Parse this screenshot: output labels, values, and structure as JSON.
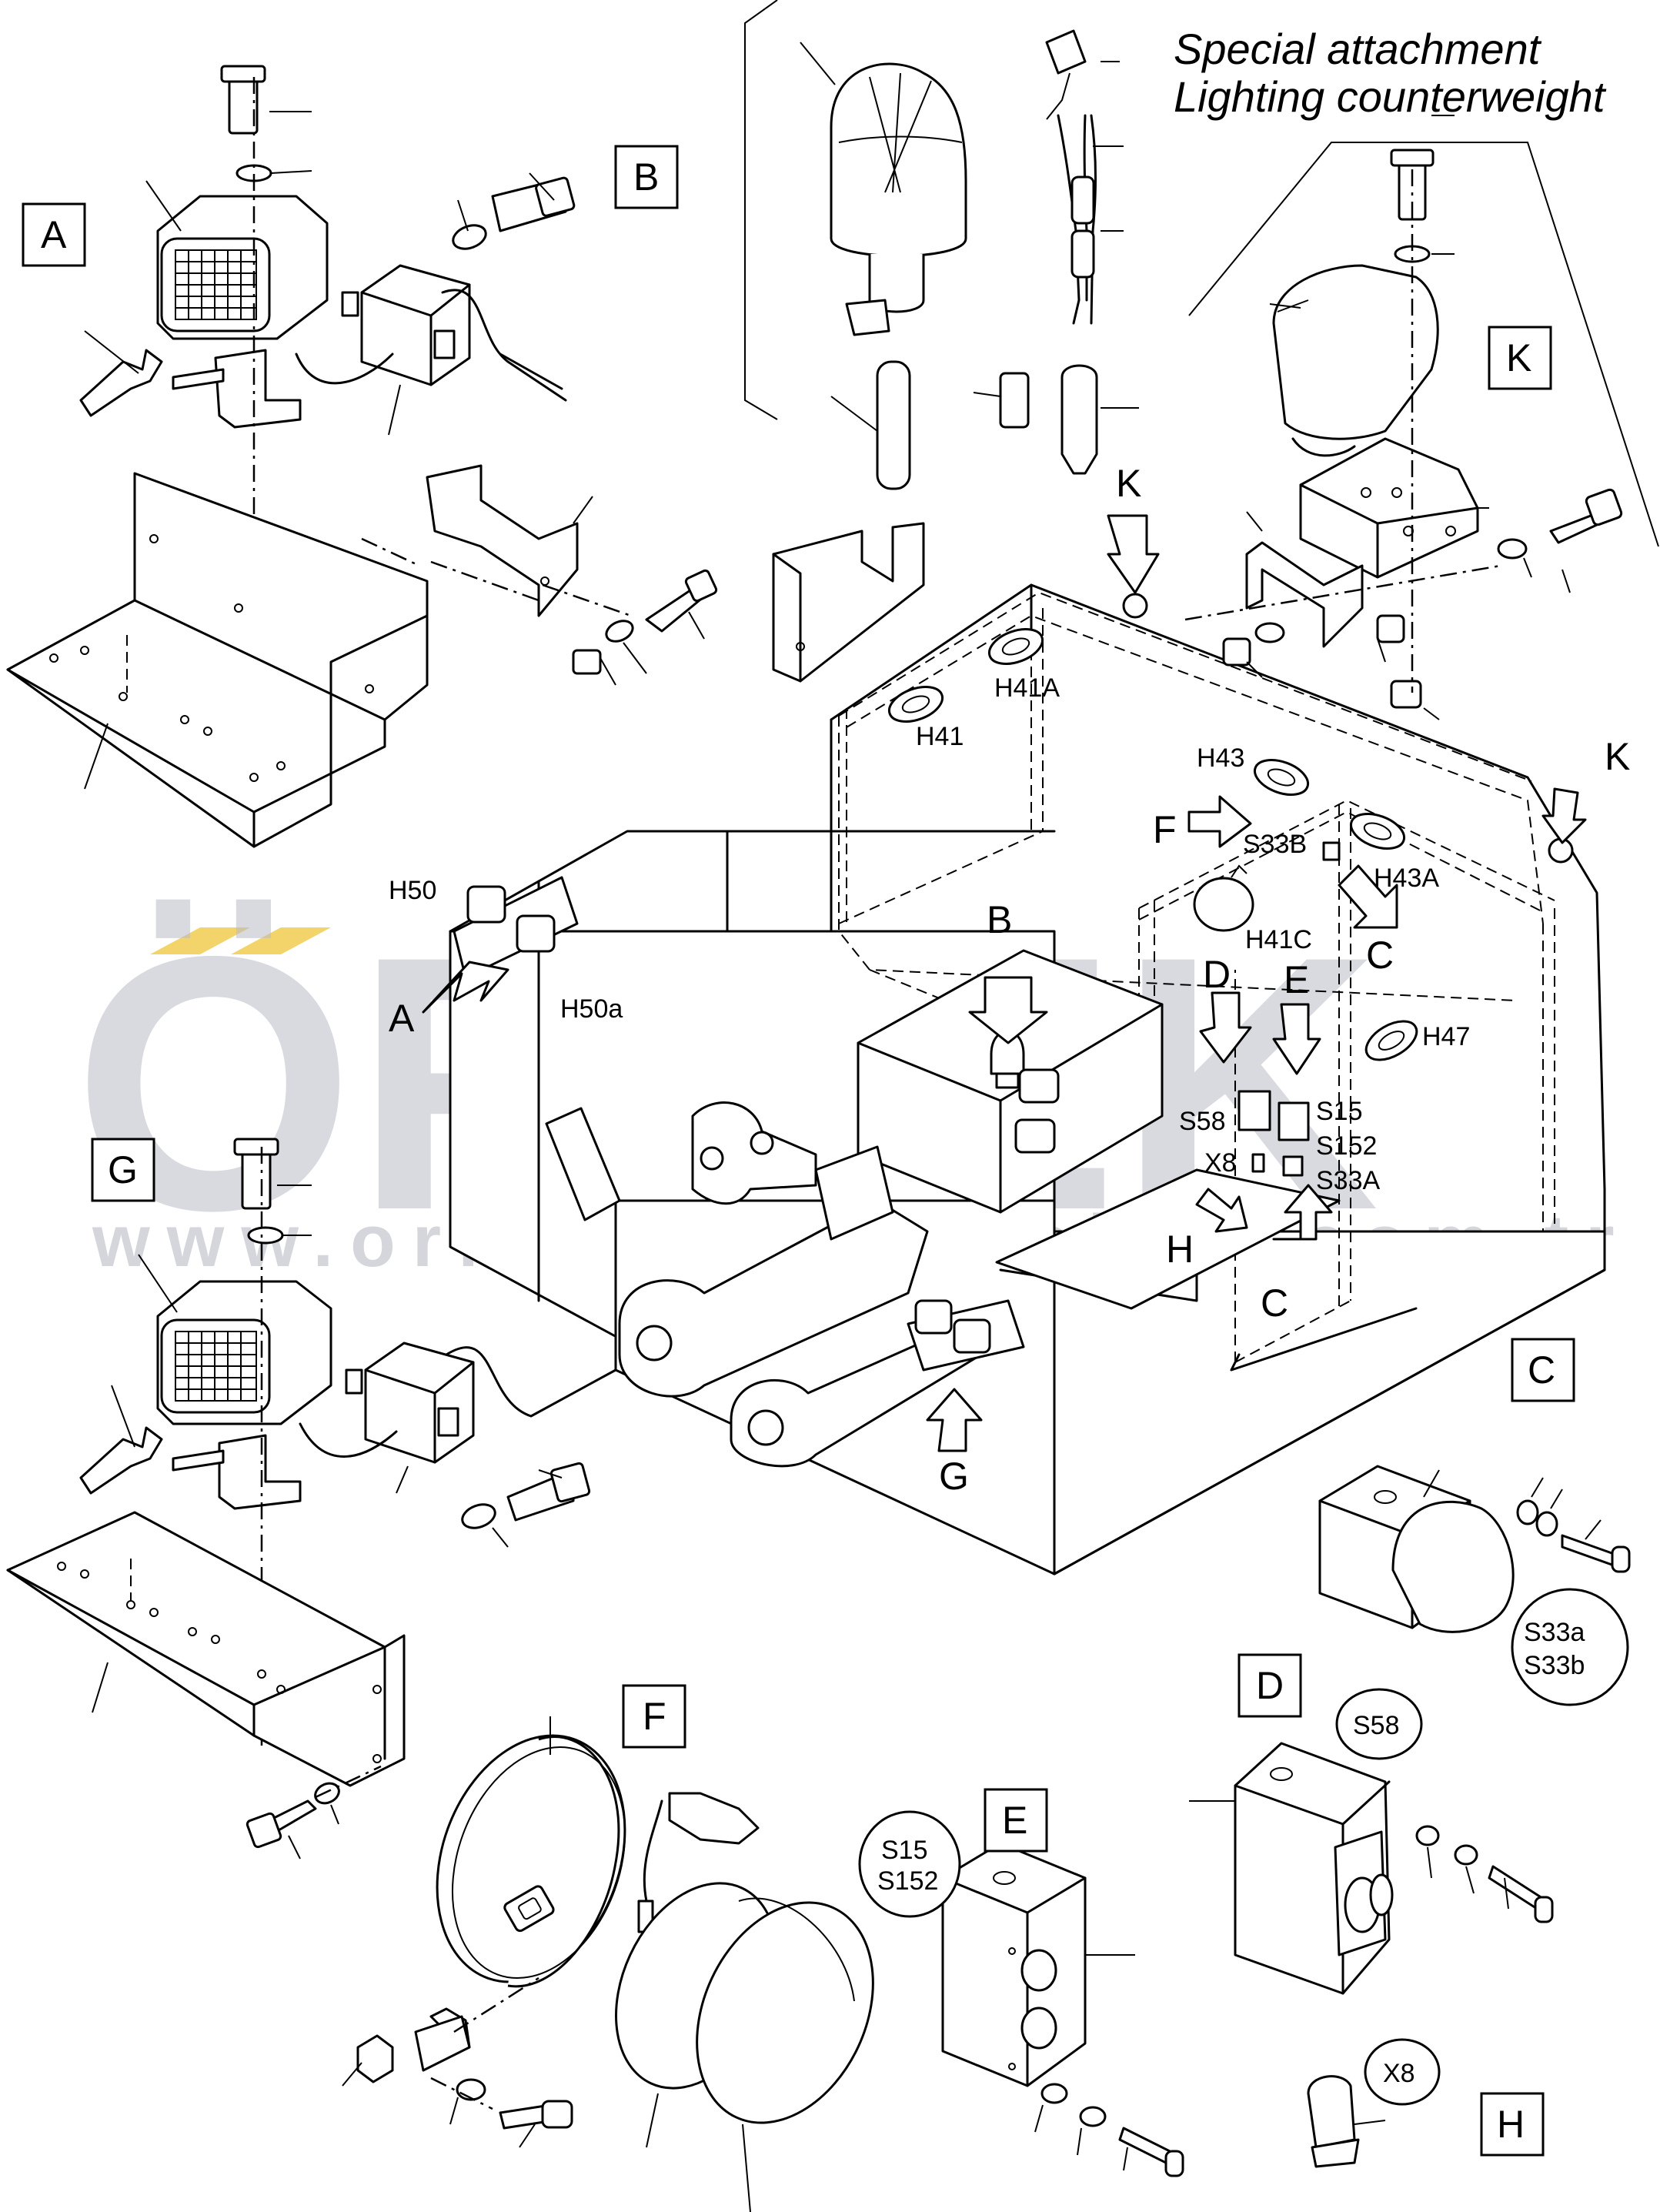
{
  "title": {
    "line1": "Special attachment",
    "line2": "Lighting counterweight"
  },
  "watermark": {
    "logo": "ÖRNEK",
    "url": "www.ornekismakinalari.com.tr",
    "accent_color": "#f3d46a",
    "gray_color": "#b9bcc6"
  },
  "detail_boxes": {
    "A": "A",
    "B": "B",
    "C": "C",
    "D": "D",
    "E": "E",
    "F": "F",
    "G": "G",
    "H": "H",
    "K": "K"
  },
  "component_labels": {
    "H50": "H50",
    "H50a": "H50a",
    "H41": "H41",
    "H41A": "H41A",
    "H41C": "H41C",
    "H43": "H43",
    "H43A": "H43A",
    "H47": "H47",
    "S33B": "S33B",
    "S33A": "S33A",
    "S58": "S58",
    "S15": "S15",
    "S152": "S152",
    "X8": "X8"
  },
  "arrow_letters": {
    "A": "A",
    "B": "B",
    "C1": "C",
    "C2": "C",
    "D": "D",
    "E": "E",
    "F": "F",
    "G": "G",
    "H": "H",
    "K1": "K",
    "K2": "K"
  },
  "circle_labels": {
    "s33": [
      "S33a",
      "S33b"
    ],
    "s58": "S58",
    "s15": [
      "S15",
      "S152"
    ],
    "x8": "X8"
  }
}
